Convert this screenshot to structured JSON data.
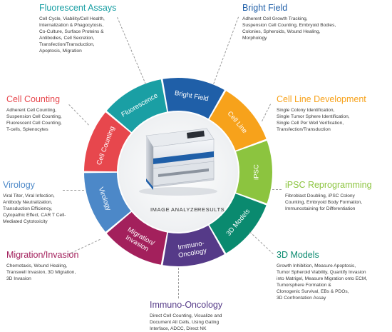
{
  "center": {
    "caption": [
      "IMAGE",
      "ANALYZE",
      "RESULTS"
    ]
  },
  "segments": [
    {
      "label": "Fluorescence",
      "color": "#1a9fa4"
    },
    {
      "label": "Bright Field",
      "color": "#1f5fa8"
    },
    {
      "label": "Cell Line",
      "color": "#f7a21b"
    },
    {
      "label": "iPSC",
      "color": "#8cc43f"
    },
    {
      "label": "3D Models",
      "color": "#0a8a6f"
    },
    {
      "label": "Immuno-Oncology",
      "color": "#553a88"
    },
    {
      "label": "Migration/ Invasion",
      "color": "#a3205c"
    },
    {
      "label": "Virology",
      "color": "#4c88c8"
    },
    {
      "label": "Cell Counting",
      "color": "#e7474d"
    }
  ],
  "applications": [
    {
      "key": "fluorescent",
      "title": "Fluorescent Assays",
      "color": "#1a9fa4",
      "lines": [
        "Cell Cycle, Viability/Cell Health,",
        "Internalization & Phagocytosis,",
        "Co-Culture, Surface Proteins &",
        "Antibodies, Cell Secretion,",
        "Transfection/Transduction,",
        "Apoptosis, Migration"
      ]
    },
    {
      "key": "bright-field",
      "title": "Bright Field",
      "color": "#1f5fa8",
      "lines": [
        "Adherent Cell Growth Tracking,",
        "Suspension Cell Counting, Embryoid Bodies,",
        "Colonies, Spheroids, Wound Healing,",
        "Morphology"
      ]
    },
    {
      "key": "cell-counting",
      "title": "Cell Counting",
      "color": "#e7474d",
      "lines": [
        "Adherent Cell Counting,",
        "Suspension Cell Counting,",
        "Fluorescent Cell Counting,",
        "T-cells, Splenocytes"
      ]
    },
    {
      "key": "cell-line",
      "title": "Cell Line Development",
      "color": "#f7a21b",
      "lines": [
        "Single Colony Identification,",
        "Single Tumor Sphere Identification,",
        "Single Cell Per Well Verification,",
        "Transfection/Transduction"
      ]
    },
    {
      "key": "virology",
      "title": "Virology",
      "color": "#4c88c8",
      "lines": [
        "Viral Titer, Viral Infection,",
        "Antibody Neutralization,",
        "Transduction Efficiency,",
        "Cytopathic Effect, CAR T Cell-",
        "Mediated Cytotoxicity"
      ]
    },
    {
      "key": "ipsc",
      "title": "iPSC Reprogramming",
      "color": "#8cc43f",
      "lines": [
        "Fibroblast Doubling, iPSC Colony",
        "Counting, Embryoid Body Formation,",
        "Immunostaining for Differentiation"
      ]
    },
    {
      "key": "migration",
      "title": "Migration/Invasion",
      "color": "#a3205c",
      "lines": [
        "Chemotaxis, Wound Healing,",
        "Transwell Invasion, 3D Migration,",
        "3D Invasion"
      ]
    },
    {
      "key": "3d-models",
      "title": "3D Models",
      "color": "#0a8a6f",
      "lines": [
        "Growth Inhibition, Measure Apoptosis,",
        "Tumor Spheroid Viability, Quantify Invasion",
        "into Matrigel, Measure Migration onto ECM,",
        "Tumorsphere Formation &",
        "Clonogenic Survival, EBs & PDOs,",
        "3D Confrontation Assay"
      ]
    },
    {
      "key": "immuno-oncology",
      "title": "Immuno-Oncology",
      "color": "#553a88",
      "lines": [
        "Direct Cell Counting, Visualize and",
        "Document All Cells, Using Gating",
        "Interface, ADCC, Direct NK"
      ]
    }
  ]
}
